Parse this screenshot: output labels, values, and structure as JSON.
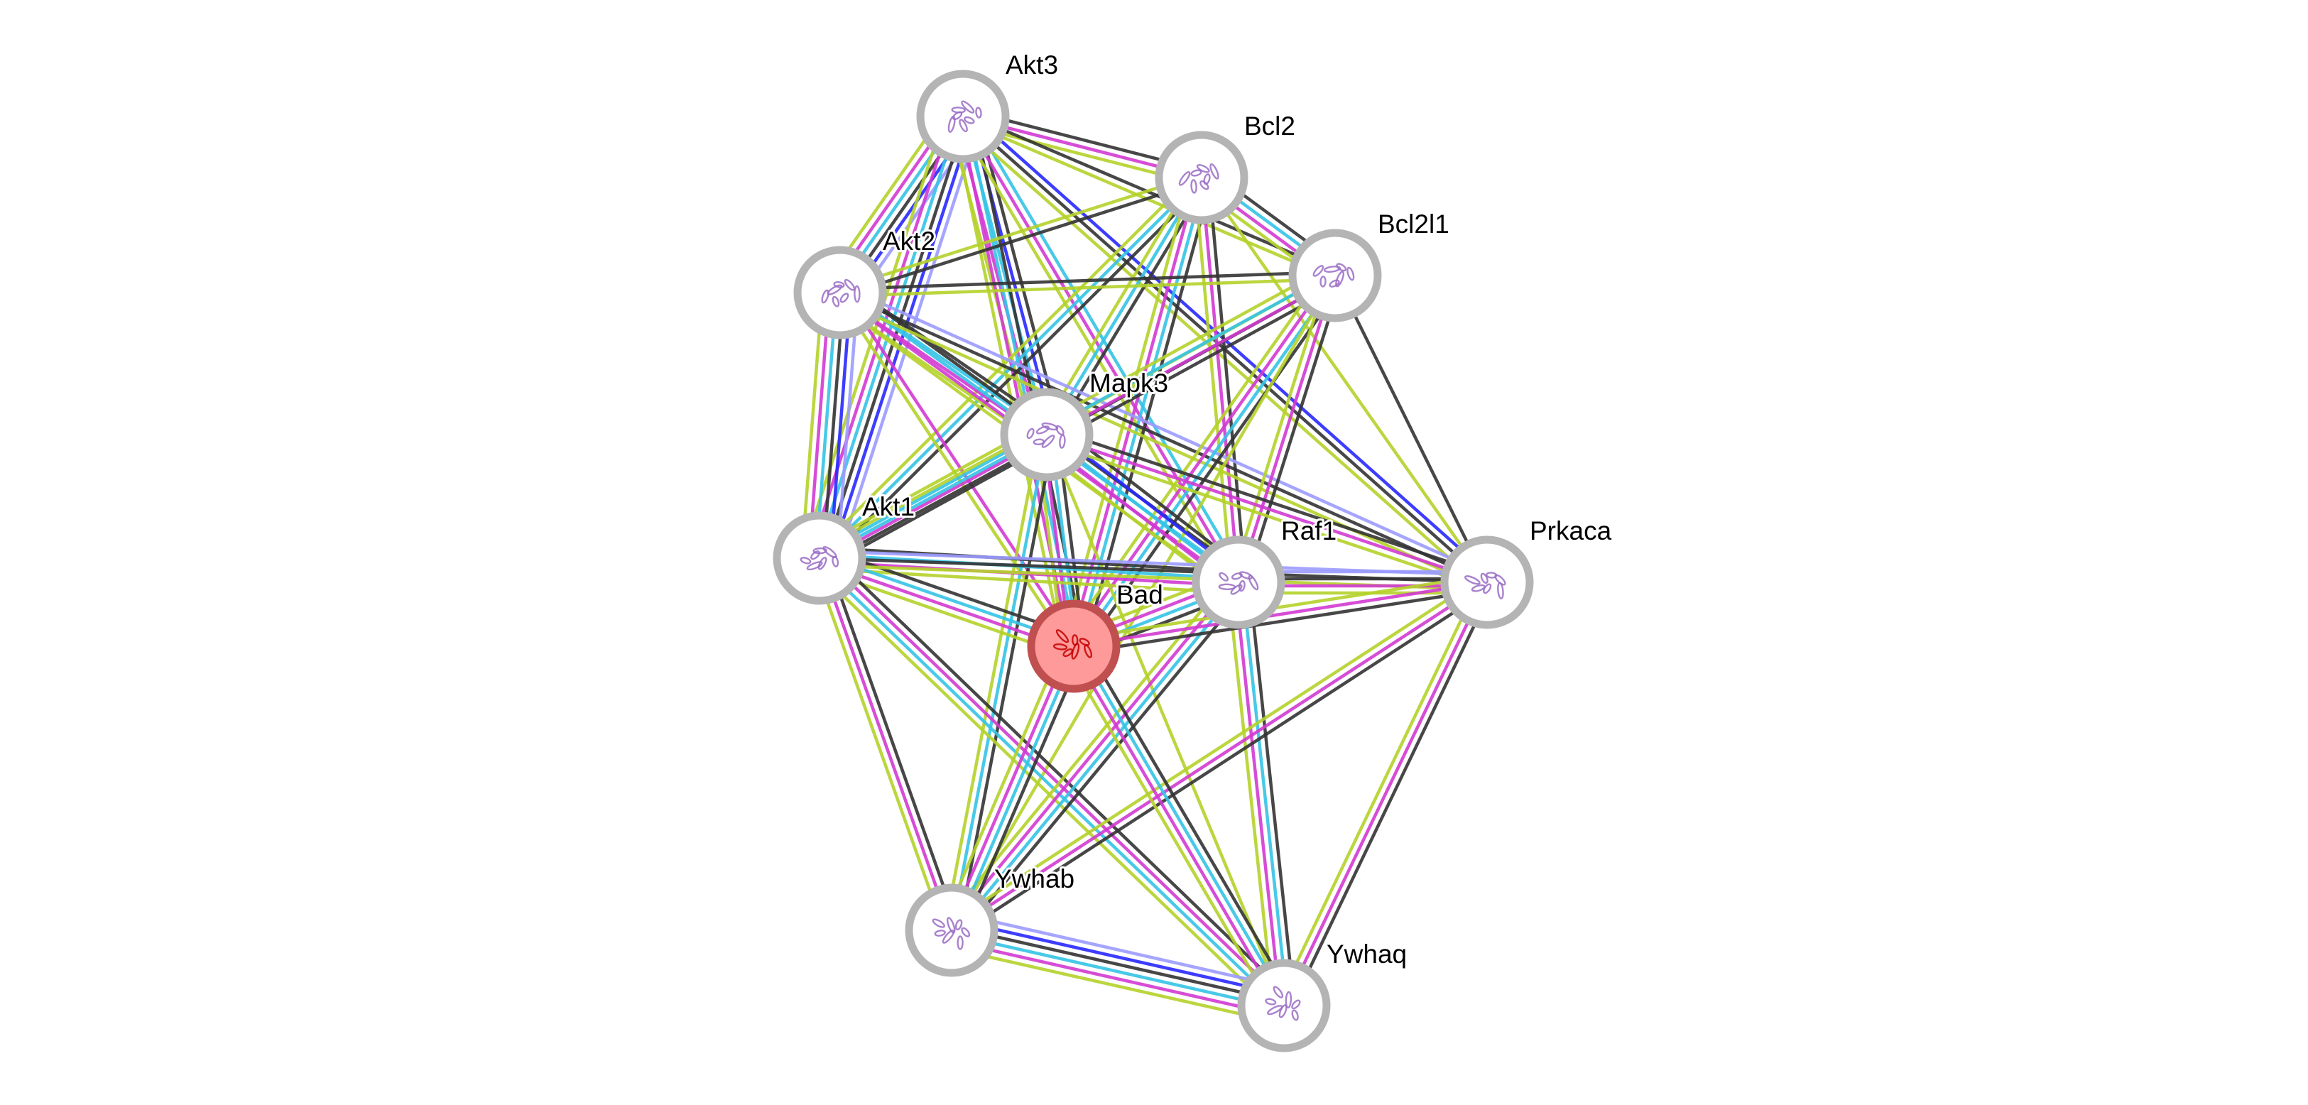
{
  "colors": {
    "experimental": "#d23ad2",
    "database": "#35c3e6",
    "textmining": "#b4d22a",
    "coexpression": "#333333",
    "homology": "#2828ff",
    "cooccurrence": "#9b9bff",
    "query_fill": "#ff9a9a",
    "query_ring": "#c05050",
    "ring": "#b4b4b4"
  },
  "nodes": [
    {
      "id": "Akt3",
      "label": "Akt3",
      "icon": "protein-structure-icon"
    },
    {
      "id": "Bcl2",
      "label": "Bcl2",
      "icon": "protein-structure-icon"
    },
    {
      "id": "Akt2",
      "label": "Akt2",
      "icon": "protein-structure-icon"
    },
    {
      "id": "Bcl2l1",
      "label": "Bcl2l1",
      "icon": "protein-structure-icon"
    },
    {
      "id": "Mapk3",
      "label": "Mapk3",
      "icon": "protein-structure-icon"
    },
    {
      "id": "Akt1",
      "label": "Akt1",
      "icon": "protein-structure-icon"
    },
    {
      "id": "Raf1",
      "label": "Raf1",
      "icon": "protein-structure-icon"
    },
    {
      "id": "Prkaca",
      "label": "Prkaca",
      "icon": "protein-structure-icon"
    },
    {
      "id": "Bad",
      "label": "Bad",
      "icon": "protein-structure-icon",
      "query": true
    },
    {
      "id": "Ywhab",
      "label": "Ywhab",
      "icon": "protein-structure-icon"
    },
    {
      "id": "Ywhaq",
      "label": "Ywhaq",
      "icon": "protein-structure-icon"
    }
  ],
  "edges": [
    {
      "source": "Akt3",
      "target": "Akt2",
      "types": [
        "cooccurrence",
        "homology",
        "coexpression",
        "database",
        "experimental",
        "textmining"
      ]
    },
    {
      "source": "Akt3",
      "target": "Akt1",
      "types": [
        "cooccurrence",
        "homology",
        "coexpression",
        "database",
        "experimental",
        "textmining"
      ]
    },
    {
      "source": "Akt3",
      "target": "Bcl2",
      "types": [
        "coexpression",
        "experimental",
        "textmining"
      ]
    },
    {
      "source": "Akt3",
      "target": "Bcl2l1",
      "types": [
        "coexpression",
        "textmining"
      ]
    },
    {
      "source": "Akt3",
      "target": "Mapk3",
      "types": [
        "coexpression",
        "homology",
        "database",
        "experimental",
        "textmining"
      ]
    },
    {
      "source": "Akt3",
      "target": "Bad",
      "types": [
        "coexpression",
        "database",
        "experimental",
        "textmining"
      ]
    },
    {
      "source": "Akt3",
      "target": "Raf1",
      "types": [
        "database",
        "experimental",
        "textmining"
      ]
    },
    {
      "source": "Akt3",
      "target": "Prkaca",
      "types": [
        "homology",
        "coexpression",
        "textmining"
      ]
    },
    {
      "source": "Bcl2",
      "target": "Bcl2l1",
      "types": [
        "coexpression",
        "database",
        "experimental",
        "textmining"
      ]
    },
    {
      "source": "Bcl2",
      "target": "Akt2",
      "types": [
        "coexpression",
        "textmining"
      ]
    },
    {
      "source": "Bcl2",
      "target": "Akt1",
      "types": [
        "coexpression",
        "database",
        "textmining"
      ]
    },
    {
      "source": "Bcl2",
      "target": "Mapk3",
      "types": [
        "coexpression",
        "database",
        "textmining"
      ]
    },
    {
      "source": "Bcl2",
      "target": "Bad",
      "types": [
        "coexpression",
        "database",
        "experimental",
        "textmining"
      ]
    },
    {
      "source": "Bcl2",
      "target": "Raf1",
      "types": [
        "coexpression",
        "experimental",
        "textmining"
      ]
    },
    {
      "source": "Bcl2",
      "target": "Prkaca",
      "types": [
        "textmining"
      ]
    },
    {
      "source": "Akt2",
      "target": "Bcl2l1",
      "types": [
        "coexpression",
        "textmining"
      ]
    },
    {
      "source": "Akt2",
      "target": "Akt1",
      "types": [
        "cooccurrence",
        "homology",
        "coexpression",
        "database",
        "experimental",
        "textmining"
      ]
    },
    {
      "source": "Akt2",
      "target": "Mapk3",
      "types": [
        "coexpression",
        "database",
        "experimental",
        "textmining"
      ]
    },
    {
      "source": "Akt2",
      "target": "Bad",
      "types": [
        "experimental",
        "textmining"
      ]
    },
    {
      "source": "Akt2",
      "target": "Raf1",
      "types": [
        "coexpression",
        "database",
        "experimental",
        "textmining"
      ]
    },
    {
      "source": "Akt2",
      "target": "Prkaca",
      "types": [
        "cooccurrence",
        "coexpression",
        "textmining"
      ]
    },
    {
      "source": "Bcl2l1",
      "target": "Mapk3",
      "types": [
        "coexpression",
        "textmining"
      ]
    },
    {
      "source": "Bcl2l1",
      "target": "Akt1",
      "types": [
        "coexpression",
        "experimental",
        "database",
        "textmining"
      ]
    },
    {
      "source": "Bcl2l1",
      "target": "Bad",
      "types": [
        "coexpression",
        "database",
        "experimental",
        "textmining"
      ]
    },
    {
      "source": "Bcl2l1",
      "target": "Raf1",
      "types": [
        "coexpression",
        "experimental",
        "textmining"
      ]
    },
    {
      "source": "Bcl2l1",
      "target": "Prkaca",
      "types": [
        "coexpression"
      ]
    },
    {
      "source": "Bcl2l1",
      "target": "Ywhab",
      "types": [
        "textmining"
      ]
    },
    {
      "source": "Mapk3",
      "target": "Akt1",
      "types": [
        "coexpression",
        "database",
        "textmining"
      ]
    },
    {
      "source": "Mapk3",
      "target": "Bad",
      "types": [
        "coexpression",
        "database",
        "experimental",
        "textmining"
      ]
    },
    {
      "source": "Mapk3",
      "target": "Raf1",
      "types": [
        "coexpression",
        "homology",
        "database",
        "experimental",
        "textmining"
      ]
    },
    {
      "source": "Mapk3",
      "target": "Prkaca",
      "types": [
        "coexpression",
        "experimental",
        "textmining"
      ]
    },
    {
      "source": "Mapk3",
      "target": "Ywhab",
      "types": [
        "coexpression",
        "database",
        "textmining"
      ]
    },
    {
      "source": "Mapk3",
      "target": "Ywhaq",
      "types": [
        "textmining"
      ]
    },
    {
      "source": "Akt1",
      "target": "Raf1",
      "types": [
        "coexpression",
        "database",
        "experimental",
        "textmining"
      ]
    },
    {
      "source": "Akt1",
      "target": "Bad",
      "types": [
        "coexpression",
        "database",
        "experimental",
        "textmining"
      ]
    },
    {
      "source": "Akt1",
      "target": "Prkaca",
      "types": [
        "cooccurrence",
        "coexpression",
        "textmining"
      ]
    },
    {
      "source": "Akt1",
      "target": "Ywhab",
      "types": [
        "coexpression",
        "experimental",
        "textmining"
      ]
    },
    {
      "source": "Akt1",
      "target": "Ywhaq",
      "types": [
        "coexpression",
        "experimental",
        "database",
        "textmining"
      ]
    },
    {
      "source": "Raf1",
      "target": "Bad",
      "types": [
        "coexpression",
        "database",
        "experimental",
        "textmining"
      ]
    },
    {
      "source": "Raf1",
      "target": "Prkaca",
      "types": [
        "cooccurrence",
        "coexpression",
        "experimental",
        "textmining"
      ]
    },
    {
      "source": "Raf1",
      "target": "Ywhab",
      "types": [
        "coexpression",
        "database",
        "experimental",
        "textmining"
      ]
    },
    {
      "source": "Raf1",
      "target": "Ywhaq",
      "types": [
        "coexpression",
        "database",
        "experimental",
        "textmining"
      ]
    },
    {
      "source": "Prkaca",
      "target": "Bad",
      "types": [
        "coexpression",
        "experimental",
        "textmining"
      ]
    },
    {
      "source": "Prkaca",
      "target": "Ywhab",
      "types": [
        "coexpression",
        "experimental",
        "textmining"
      ]
    },
    {
      "source": "Prkaca",
      "target": "Ywhaq",
      "types": [
        "coexpression",
        "experimental",
        "textmining"
      ]
    },
    {
      "source": "Bad",
      "target": "Ywhab",
      "types": [
        "coexpression",
        "database",
        "experimental",
        "textmining"
      ]
    },
    {
      "source": "Bad",
      "target": "Ywhaq",
      "types": [
        "coexpression",
        "database",
        "experimental",
        "textmining"
      ]
    },
    {
      "source": "Ywhab",
      "target": "Ywhaq",
      "types": [
        "cooccurrence",
        "homology",
        "coexpression",
        "database",
        "experimental",
        "textmining"
      ]
    }
  ]
}
